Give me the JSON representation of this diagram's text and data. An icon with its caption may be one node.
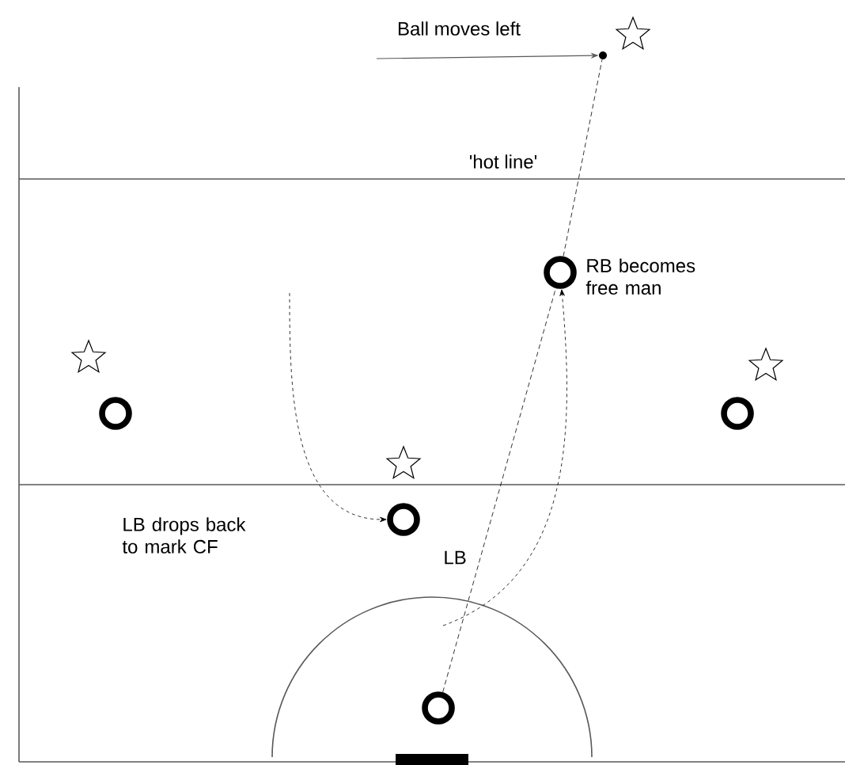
{
  "diagram": {
    "nodes": [
      {
        "text": [],
        "shape": "circle"
      },
      {
        "text": [],
        "shape": "star"
      },
      {
        "text": [],
        "shape": "circle",
        "beside": [
          "RB becomes free man"
        ]
      },
      {
        "text": [],
        "shape": "star"
      },
      {
        "text": [],
        "shape": "circle"
      },
      {
        "text": [],
        "shape": "star"
      },
      {
        "text": [],
        "shape": "circle"
      },
      {
        "text": [],
        "shape": "star"
      },
      {
        "text": [],
        "shape": "circle"
      },
      {
        "text": [],
        "shape": "circle"
      }
    ],
    "edges": [
      {
        "from": null,
        "to": 0,
        "arrow": "to",
        "label": "Ball moves left"
      },
      {
        "from": 2,
        "to": 0,
        "arrow": "none",
        "style": "dashed",
        "label": "'hot line'"
      },
      {
        "from": 9,
        "to": 2,
        "arrow": "none",
        "style": "dashed"
      },
      {
        "from": null,
        "to": 8,
        "arrow": "to",
        "style": "dashed"
      },
      {
        "from": null,
        "to": 2,
        "arrow": "to",
        "style": "dashed"
      }
    ],
    "labels": [
      "LB drops back to mark CF",
      "LB"
    ]
  }
}
